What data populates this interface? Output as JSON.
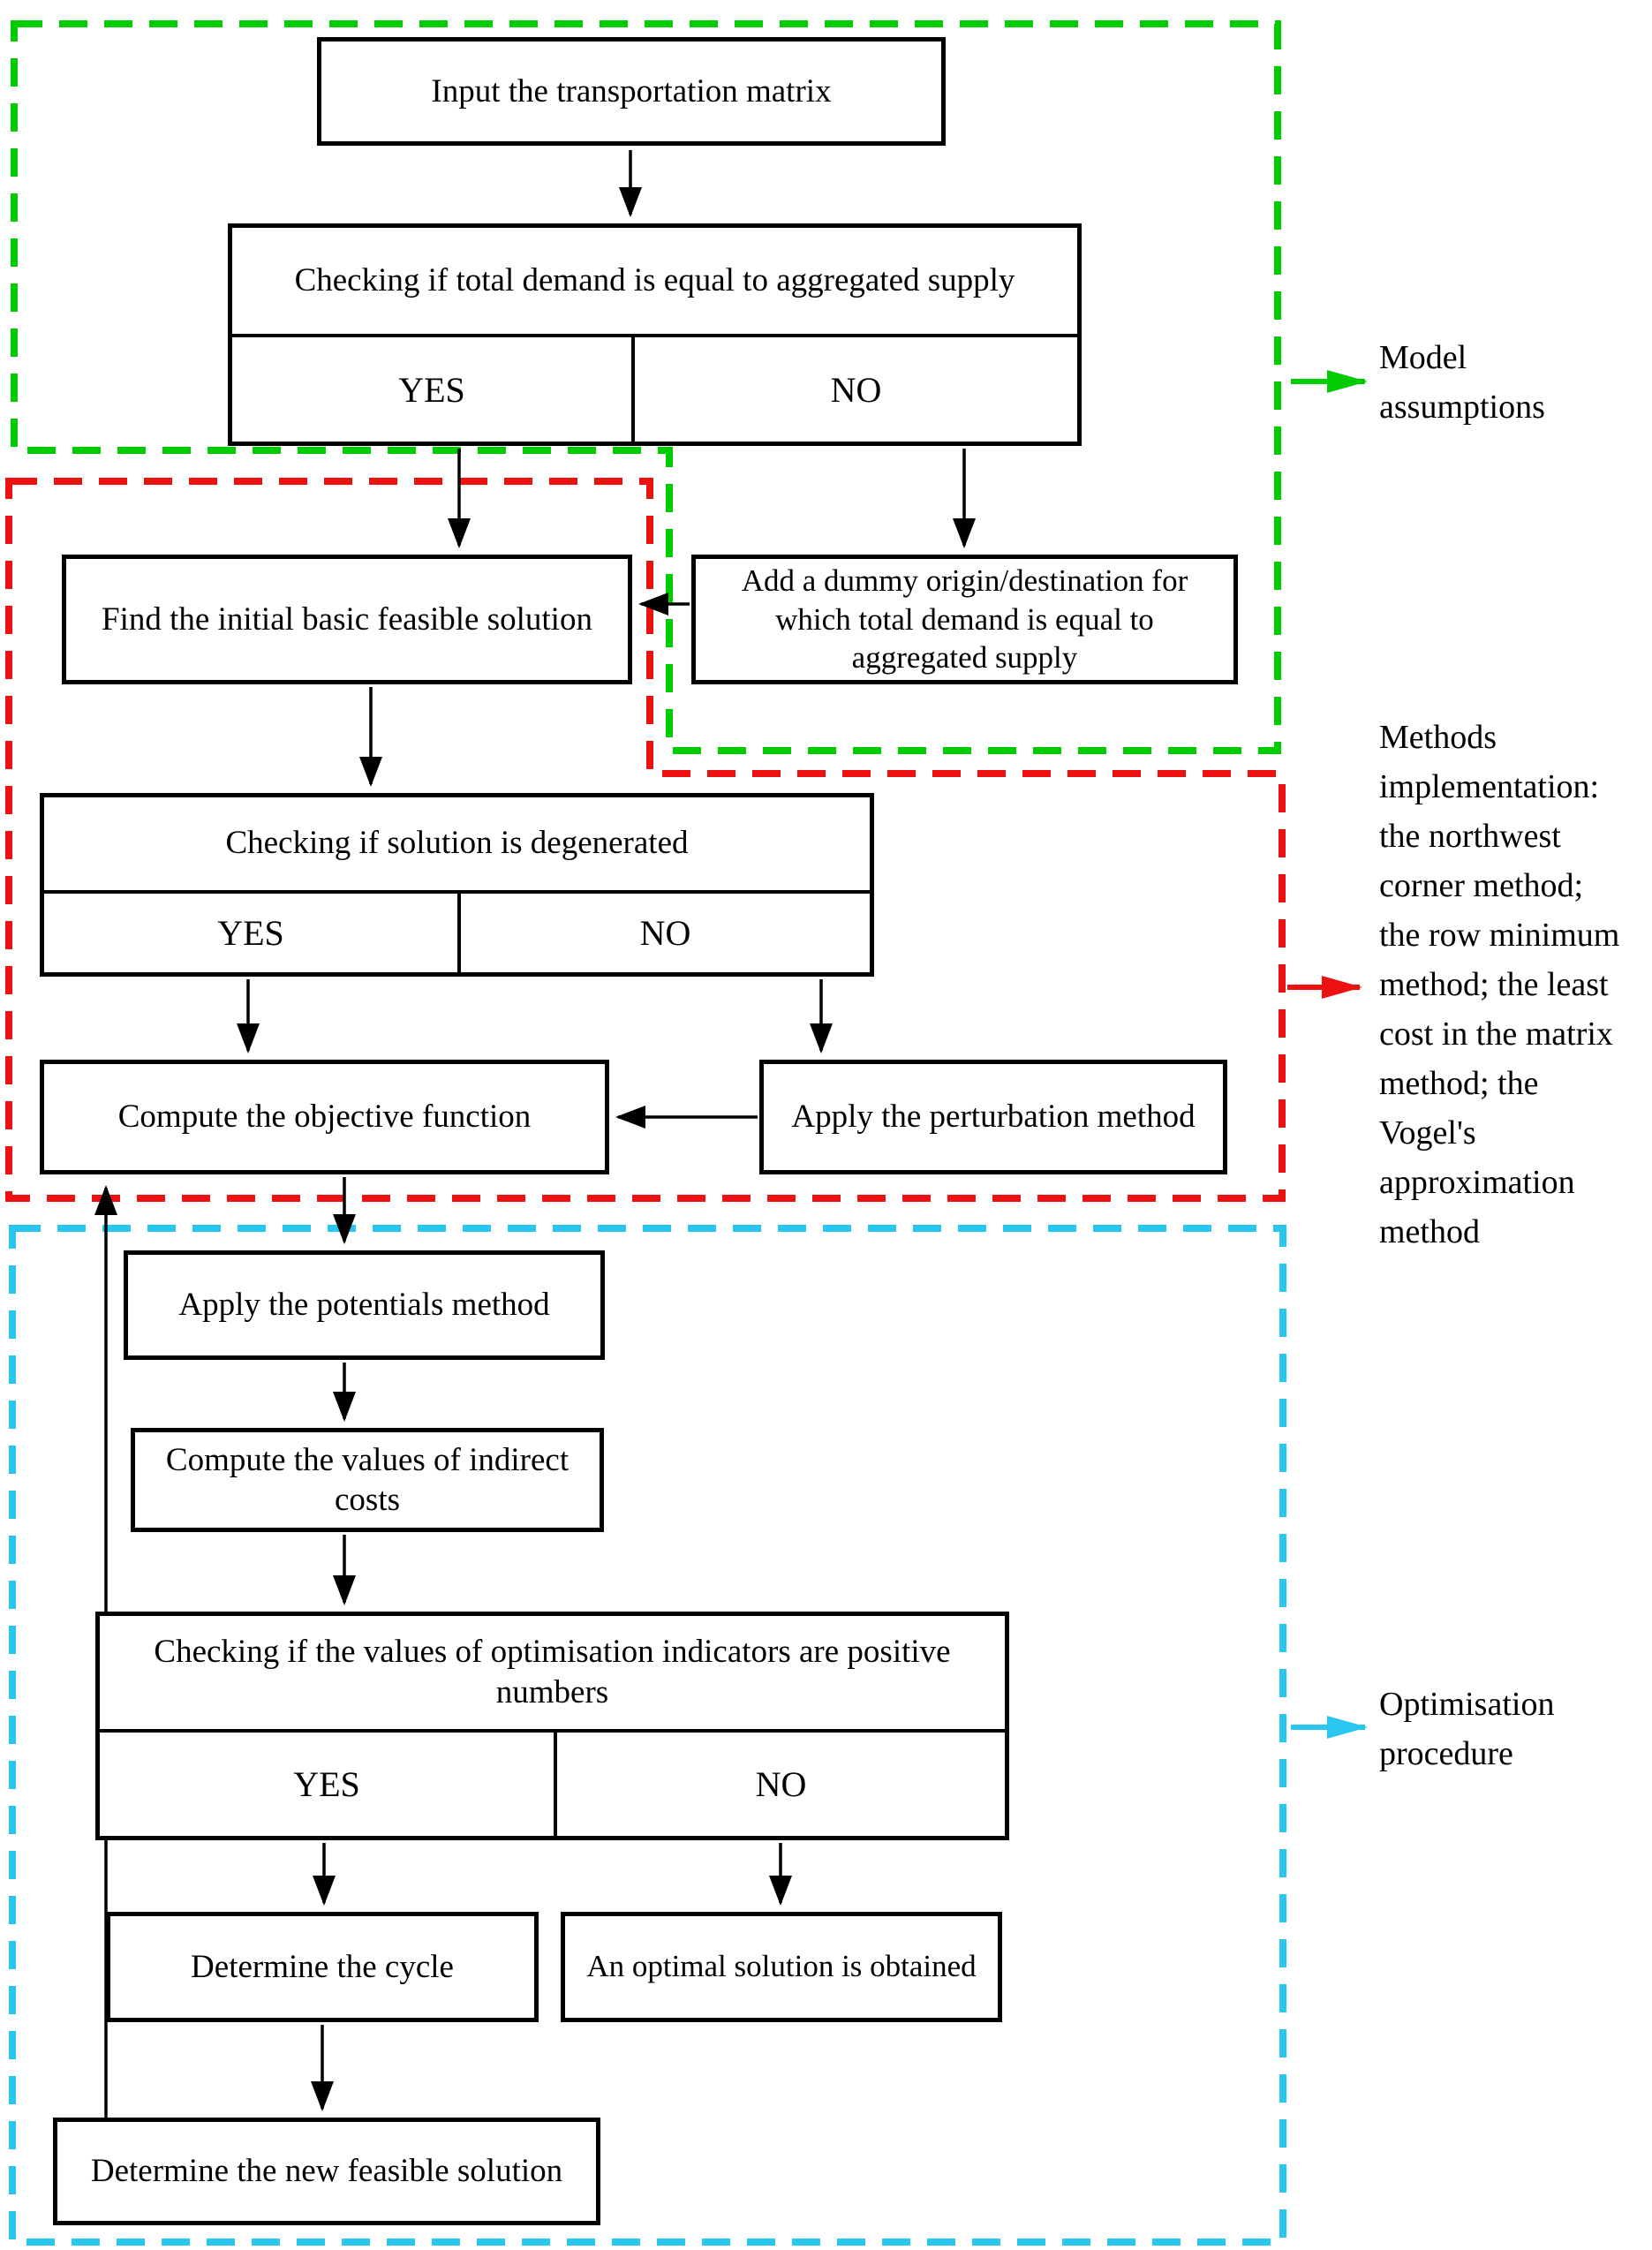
{
  "flowchart": {
    "nodes": {
      "input": {
        "label": "Input the transportation matrix"
      },
      "demand_check": {
        "title": "Checking if total demand is equal to aggregated supply",
        "yes": "YES",
        "no": "NO"
      },
      "find_initial": {
        "label": "Find the initial basic feasible solution"
      },
      "add_dummy": {
        "label": "Add a dummy origin/destination for\nwhich total demand is equal to\naggregated supply"
      },
      "degenerate_check": {
        "title": "Checking if solution is degenerated",
        "yes": "YES",
        "no": "NO"
      },
      "compute_objective": {
        "label": "Compute the objective function"
      },
      "perturbation": {
        "label": "Apply the perturbation method"
      },
      "potentials": {
        "label": "Apply the potentials method"
      },
      "indirect_costs": {
        "label": "Compute the values of indirect\ncosts"
      },
      "indicators_check": {
        "title": "Checking if the values of optimisation indicators are positive\nnumbers",
        "yes": "YES",
        "no": "NO"
      },
      "cycle": {
        "label": "Determine the cycle"
      },
      "optimal": {
        "label": "An optimal solution is obtained"
      },
      "new_feasible": {
        "label": "Determine the new feasible solution"
      }
    },
    "regions": {
      "model": {
        "label": "Model\nassumptions",
        "color": "#00CC00"
      },
      "methods": {
        "label": "Methods\nimplementation:\nthe northwest\ncorner method;\nthe row minimum\nmethod; the least\ncost in the matrix\nmethod; the\nVogel's\napproximation\nmethod",
        "color": "#EE1111"
      },
      "optimisation": {
        "label": "Optimisation\nprocedure",
        "color": "#29C7EF"
      }
    },
    "edge_color": "#000000"
  }
}
